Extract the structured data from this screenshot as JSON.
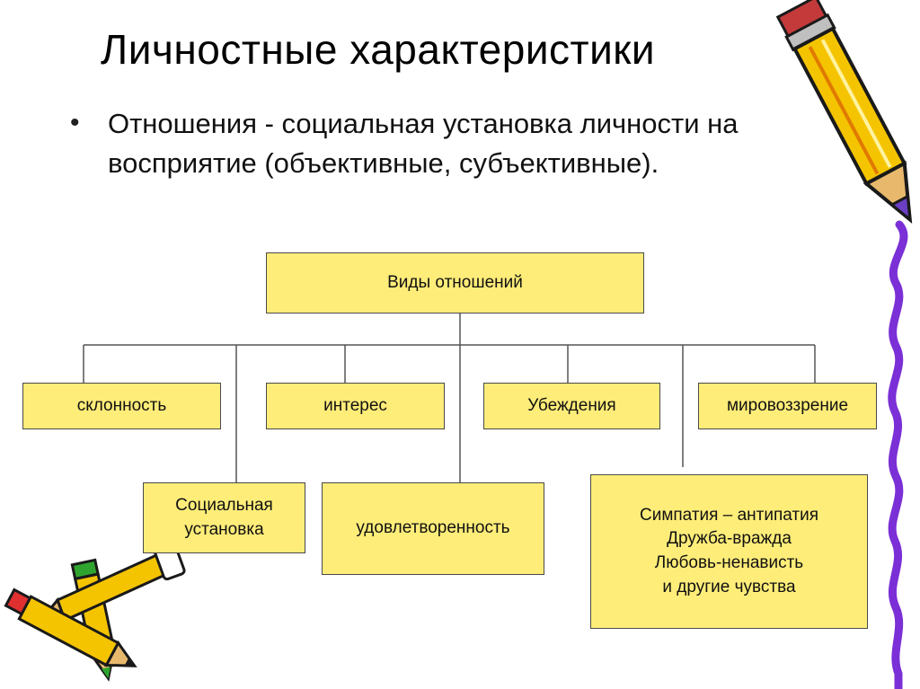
{
  "slide": {
    "title": "Личностные характеристики",
    "bullet_symbol": "•",
    "bullet_text": "Отношения  - социальная установка личности на восприятие (объективные, субъективные)."
  },
  "diagram": {
    "root": "Виды отношений",
    "level1": [
      "склонность",
      "интерес",
      "Убеждения",
      "мировоззрение"
    ],
    "level2_left": [
      "Социальная",
      "установка"
    ],
    "level2_center": "удовлетворенность",
    "level2_right": [
      "Симпатия – антипатия",
      "Дружба-вражда",
      "Любовь-ненависть",
      "и другие чувства"
    ]
  },
  "colors": {
    "box_fill": "#ffed79",
    "box_border": "#4a4a4a",
    "pencil_yellow": "#f5c400",
    "pencil_outline": "#1a1a1a",
    "border_wave": "#7b2fd6"
  }
}
